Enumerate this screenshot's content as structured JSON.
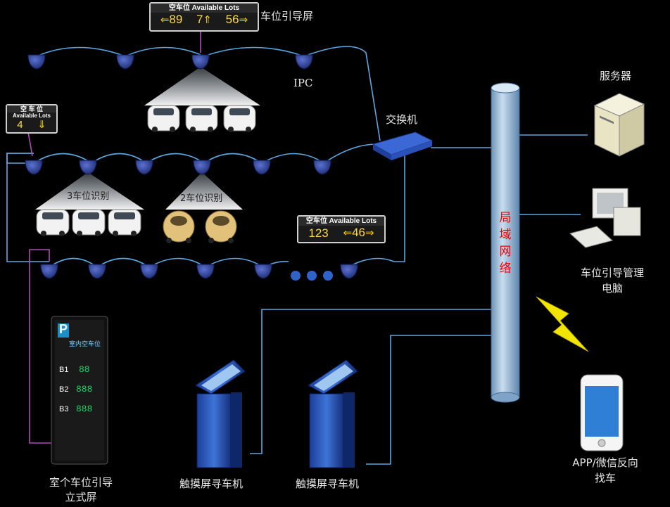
{
  "signs": {
    "top": {
      "header": "空车位 Available Lots",
      "left_count": "89",
      "mid_count": "7",
      "right_count": "56"
    },
    "left": {
      "header_cn": "空 车 位",
      "header_en": "Available Lots",
      "count": "4"
    },
    "bottom": {
      "header": "空车位 Available Lots",
      "left_count": "123",
      "right_count": "46"
    }
  },
  "labels": {
    "guidance_screen": "车位引导屏",
    "ipc": "IPC",
    "switch": "交换机",
    "recog3": "3车位识别",
    "recog2": "2车位识别",
    "server": "服务器",
    "mgmt_pc_line1": "车位引导管理",
    "mgmt_pc_line2": "电脑",
    "lan": [
      "局",
      "域",
      "网",
      "络"
    ],
    "app_line1": "APP/微信反向",
    "app_line2": "找车",
    "kiosk1": "触摸屏寻车机",
    "kiosk2": "触摸屏寻车机",
    "stand_line1": "室个车位引导",
    "stand_line2": "立式屏"
  },
  "stand_screen": {
    "logo": "P",
    "title": "室内空车位",
    "floors": [
      {
        "name": "B1",
        "value": "88"
      },
      {
        "name": "B2",
        "value": "888"
      },
      {
        "name": "B3",
        "value": "888"
      }
    ]
  },
  "colors": {
    "line": "#5aa8e0",
    "pipe": "#8ab3d6",
    "camera": "#2b3f9c",
    "magenta": "#b04bb8",
    "lan_text": "#e00000",
    "lightning": "#f2e600"
  }
}
